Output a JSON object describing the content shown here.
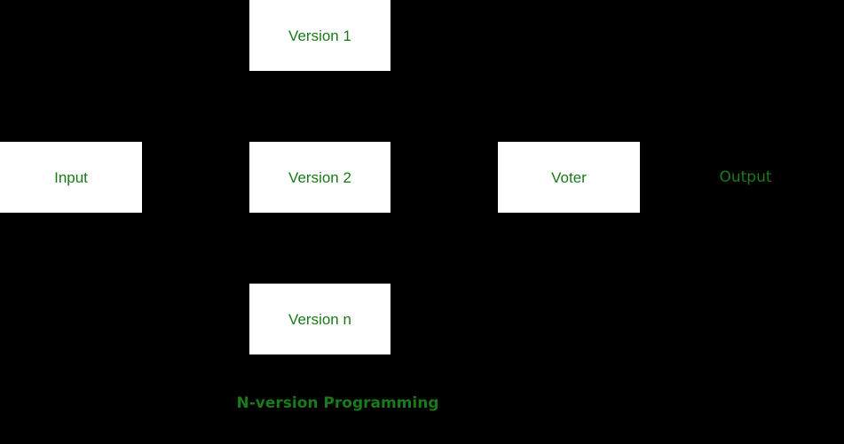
{
  "diagram": {
    "title": "N-version Programming",
    "background_color": "#000000",
    "accent_color": "#1a7a1a",
    "node_fill_color": "#ffffff",
    "nodes": [
      {
        "id": "input",
        "label": "Input"
      },
      {
        "id": "version1",
        "label": "Version 1"
      },
      {
        "id": "version2",
        "label": "Version 2"
      },
      {
        "id": "versionn",
        "label": "Version n"
      },
      {
        "id": "voter",
        "label": "Voter"
      }
    ],
    "free_labels": [
      {
        "id": "output",
        "label": "Output"
      }
    ],
    "caption": "N-version Programming"
  }
}
